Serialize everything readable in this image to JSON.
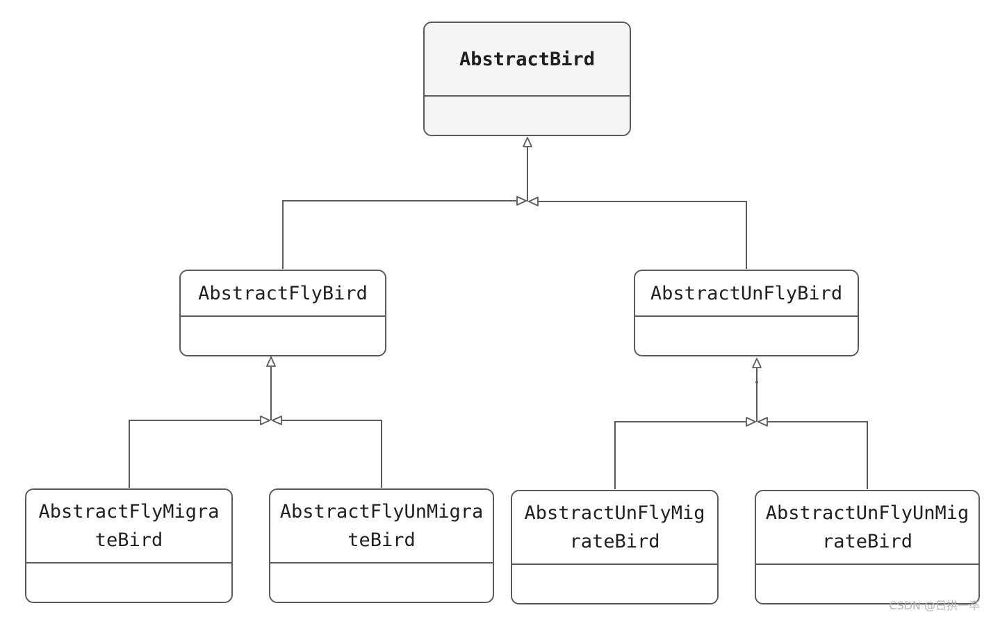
{
  "classes": {
    "abstract_bird": "AbstractBird",
    "abstract_fly_bird": "AbstractFlyBird",
    "abstract_unfly_bird": "AbstractUnFlyBird",
    "abstract_fly_migrate_bird": "AbstractFlyMigra\nteBird",
    "abstract_fly_unmigrate_bird": "AbstractFlyUnMigra\nteBird",
    "abstract_unfly_migrate_bird": "AbstractUnFlyMig\nrateBird",
    "abstract_unfly_unmigrate_bird": "AbstractUnFlyUnMig\nrateBird"
  },
  "relations": [
    {
      "type": "generalization",
      "from": "abstract_fly_bird",
      "to": "abstract_bird"
    },
    {
      "type": "generalization",
      "from": "abstract_unfly_bird",
      "to": "abstract_bird"
    },
    {
      "type": "generalization",
      "from": "abstract_fly_migrate_bird",
      "to": "abstract_fly_bird"
    },
    {
      "type": "generalization",
      "from": "abstract_fly_unmigrate_bird",
      "to": "abstract_fly_bird"
    },
    {
      "type": "generalization",
      "from": "abstract_unfly_migrate_bird",
      "to": "abstract_unfly_bird"
    },
    {
      "type": "generalization",
      "from": "abstract_unfly_unmigrate_bird",
      "to": "abstract_unfly_bird"
    }
  ],
  "colors": {
    "stroke": "#5a5a5a",
    "root_fill": "#f3f4f4",
    "box_fill": "#ffffff",
    "text": "#1f1f1f"
  },
  "watermark": "CSDN @日拱一卒"
}
